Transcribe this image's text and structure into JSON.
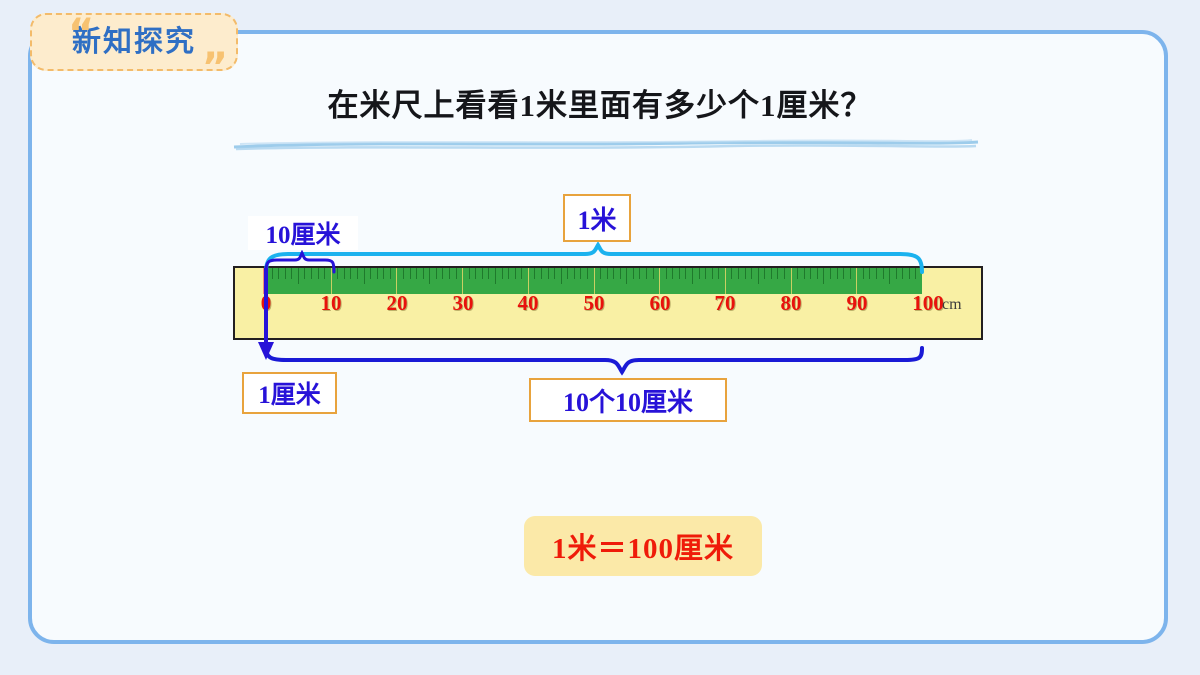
{
  "page": {
    "background_color": "#e8eff9",
    "panel_border_color": "#7db4ec",
    "panel_background": "#f7fbfe"
  },
  "tag": {
    "label": "新知探究",
    "text_color": "#2f6fc4",
    "background_color": "#fdeccd",
    "border_color": "#f3bb6a",
    "quote_open": "“",
    "quote_close": "”"
  },
  "title": {
    "text": "在米尺上看看1米里面有多少个1厘米？",
    "underline_color": "#8dc3e8"
  },
  "ruler": {
    "unit_label": "cm",
    "body_color": "#f9f0a4",
    "strip_color": "#36a845",
    "number_color": "#e8120c",
    "zero_mark_color": "#ef8b7a",
    "tick_numbers": [
      "0",
      "10",
      "20",
      "30",
      "40",
      "50",
      "60",
      "70",
      "80",
      "90",
      "100"
    ],
    "minor_ticks_per_10cm": 10,
    "range_cm": [
      0,
      100
    ]
  },
  "callouts": [
    {
      "id": "ten-cm",
      "text": "10厘米",
      "text_color": "#2712d8",
      "bordered": false,
      "border_color": ""
    },
    {
      "id": "one-meter",
      "text": "1米",
      "text_color": "#2712d8",
      "bordered": true,
      "border_color": "#e8a33d"
    },
    {
      "id": "one-cm",
      "text": "1厘米",
      "text_color": "#2712d8",
      "bordered": true,
      "border_color": "#e8a33d"
    },
    {
      "id": "ten-by-ten",
      "text": "10个10厘米",
      "text_color": "#2712d8",
      "bordered": true,
      "border_color": "#e8a33d"
    }
  ],
  "annotations": {
    "top_brace_color": "#1bb2ee",
    "small_brace_color": "#2712d8",
    "bottom_brace_color": "#1a1ad6",
    "arrow_color": "#2712d8"
  },
  "conclusion": {
    "text": "1米＝100厘米",
    "text_color": "#ef1b09",
    "background_color": "#fbe9a8"
  },
  "watermarks": [
    "♪",
    "♫",
    "♪",
    "♫",
    "♪",
    "♫",
    "♪",
    "♫",
    "♪",
    "♫",
    "♪",
    "♫"
  ]
}
